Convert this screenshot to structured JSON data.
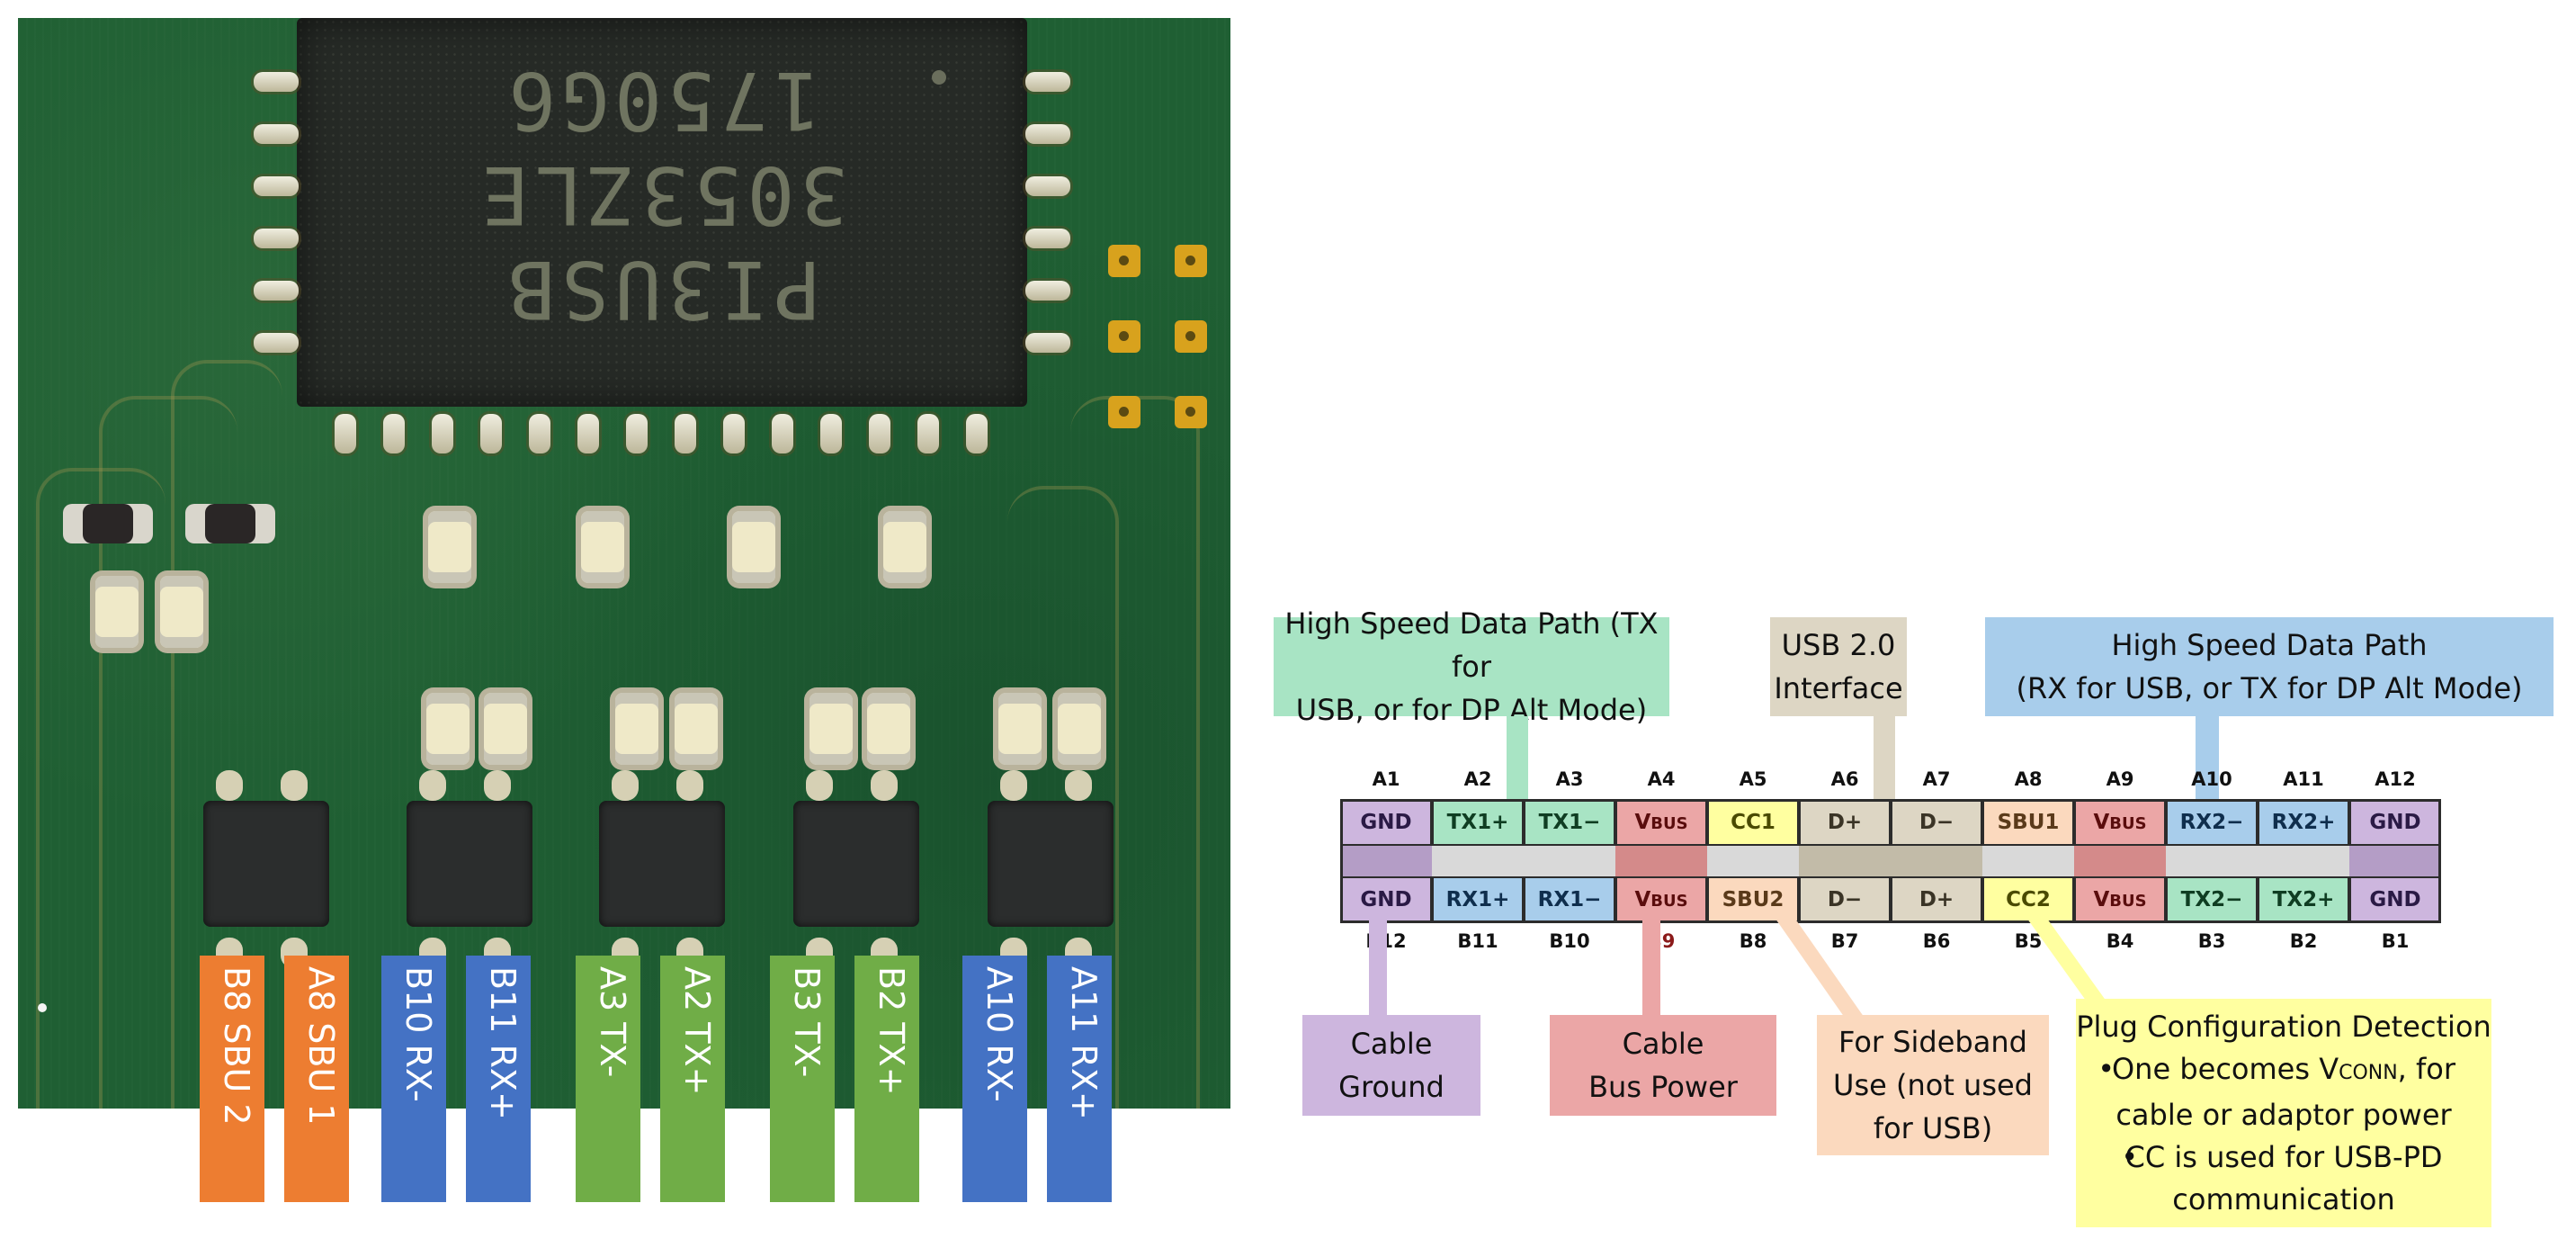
{
  "photo": {
    "chip_marking": [
      "1750G6",
      "3053ZLE",
      "PI3USB"
    ],
    "labels": [
      {
        "text": "B8 SBU 2",
        "color": "#ED7D31"
      },
      {
        "text": "A8 SBU 1",
        "color": "#ED7D31"
      },
      {
        "text": "B10 RX-",
        "color": "#4472C4"
      },
      {
        "text": "B11 RX+",
        "color": "#4472C4"
      },
      {
        "text": "A3 TX-",
        "color": "#70AD47"
      },
      {
        "text": "A2 TX+",
        "color": "#70AD47"
      },
      {
        "text": "B3 TX-",
        "color": "#70AD47"
      },
      {
        "text": "B2 TX+",
        "color": "#70AD47"
      },
      {
        "text": "A10 RX-",
        "color": "#4472C4"
      },
      {
        "text": "A11 RX+",
        "color": "#4472C4"
      }
    ]
  },
  "connector": {
    "top_callouts": {
      "tx": {
        "line1": "High Speed Data Path (TX for",
        "line2": "USB, or for DP Alt Mode)",
        "color": "#A8E4C4"
      },
      "usb2": {
        "line1": "USB 2.0",
        "line2": "Interface",
        "color": "#DDD6C4"
      },
      "rx": {
        "line1": "High Speed Data Path",
        "line2": "(RX for USB, or TX for DP Alt Mode)",
        "color": "#A8CDEB"
      }
    },
    "row_a_numbers": [
      "A1",
      "A2",
      "A3",
      "A4",
      "A5",
      "A6",
      "A7",
      "A8",
      "A9",
      "A10",
      "A11",
      "A12"
    ],
    "row_a_pins": [
      {
        "label": "GND",
        "type": "gnd"
      },
      {
        "label": "TX1+",
        "type": "tx"
      },
      {
        "label": "TX1−",
        "type": "tx"
      },
      {
        "label": "VBUS",
        "type": "vbus"
      },
      {
        "label": "CC1",
        "type": "cc"
      },
      {
        "label": "D+",
        "type": "usb2"
      },
      {
        "label": "D−",
        "type": "usb2"
      },
      {
        "label": "SBU1",
        "type": "sbu"
      },
      {
        "label": "VBUS",
        "type": "vbus"
      },
      {
        "label": "RX2−",
        "type": "rx"
      },
      {
        "label": "RX2+",
        "type": "rx"
      },
      {
        "label": "GND",
        "type": "gnd"
      }
    ],
    "row_b_pins": [
      {
        "label": "GND",
        "type": "gnd"
      },
      {
        "label": "RX1+",
        "type": "rx"
      },
      {
        "label": "RX1−",
        "type": "rx"
      },
      {
        "label": "VBUS",
        "type": "vbus"
      },
      {
        "label": "SBU2",
        "type": "sbu"
      },
      {
        "label": "D−",
        "type": "usb2"
      },
      {
        "label": "D+",
        "type": "usb2"
      },
      {
        "label": "CC2",
        "type": "cc"
      },
      {
        "label": "VBUS",
        "type": "vbus"
      },
      {
        "label": "TX2−",
        "type": "tx"
      },
      {
        "label": "TX2+",
        "type": "tx"
      },
      {
        "label": "GND",
        "type": "gnd"
      }
    ],
    "row_b_numbers": [
      "B12",
      "B11",
      "B10",
      "B9",
      "B8",
      "B7",
      "B6",
      "B5",
      "B4",
      "B3",
      "B2",
      "B1"
    ],
    "type_colors": {
      "gnd": {
        "fill": "#CDB6DE",
        "mid": "#B49DC6",
        "text": "#2A1A45"
      },
      "tx": {
        "fill": "#A8E4C4",
        "mid": "#D9D9D9",
        "text": "#0F3D22"
      },
      "rx": {
        "fill": "#A8CDEB",
        "mid": "#D9D9D9",
        "text": "#0F2E4D"
      },
      "vbus": {
        "fill": "#EBA6A6",
        "mid": "#D48A8A",
        "text": "#5A0D0D"
      },
      "cc": {
        "fill": "#FFFFA0",
        "mid": "#D9D9D9",
        "text": "#4A4A00"
      },
      "usb2": {
        "fill": "#DDD6C4",
        "mid": "#C2BBA8",
        "text": "#3A3426"
      },
      "sbu": {
        "fill": "#FBD9BE",
        "mid": "#D9D9D9",
        "text": "#5A3A1A"
      }
    },
    "bottom_callouts": {
      "ground": {
        "line1": "Cable",
        "line2": "Ground",
        "color": "#CDB6DE"
      },
      "power": {
        "line1": "Cable",
        "line2": "Bus Power",
        "color": "#EBA6A6"
      },
      "sideband": {
        "line1": "For Sideband",
        "line2": "Use (not used",
        "line3": "for USB)",
        "color": "#FBD9BE"
      },
      "plug": {
        "title": "Plug Configuration Detection",
        "bullet1_pre": "One becomes V",
        "bullet1_sub": "CONN",
        "bullet1_post": ", for",
        "bullet1_line2": "cable or adaptor power",
        "bullet2_line1": "CC is used for USB-PD",
        "bullet2_line2": "communication",
        "color": "#FFFFA0"
      }
    }
  }
}
